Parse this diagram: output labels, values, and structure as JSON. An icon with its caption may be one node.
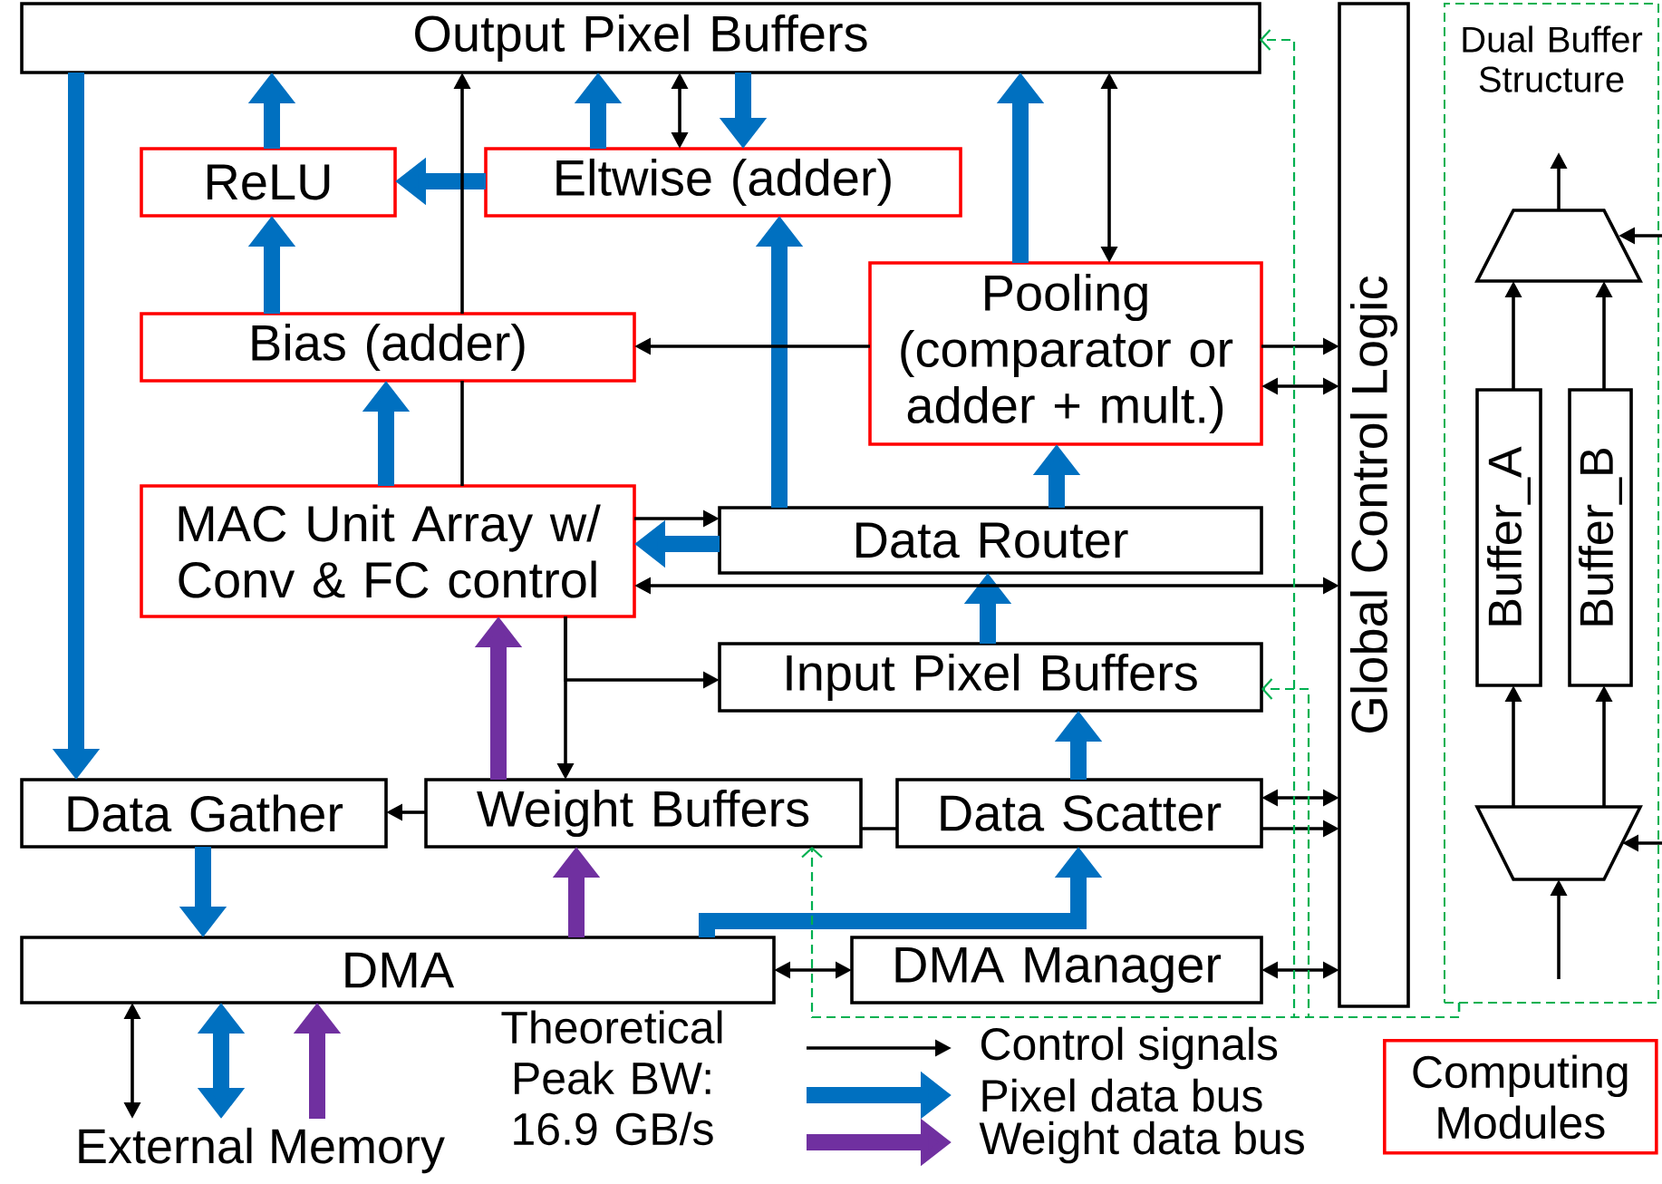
{
  "diagram": {
    "nodes": [
      {
        "text": [
          "Output Pixel Buffers"
        ]
      },
      {
        "text": [
          "ReLU"
        ]
      },
      {
        "text": [
          "Eltwise (adder)"
        ]
      },
      {
        "text": [
          "Bias (adder)"
        ]
      },
      {
        "text": [
          "Pooling (comparator or adder + mult.)"
        ]
      },
      {
        "text": [
          "MAC Unit Array w/ Conv & FC control"
        ]
      },
      {
        "text": [
          "Data Router"
        ]
      },
      {
        "text": [
          "Input Pixel Buffers"
        ]
      },
      {
        "text": [
          "Global Control Logic"
        ]
      },
      {
        "text": [
          "Data Gather"
        ]
      },
      {
        "text": [
          "Weight Buffers"
        ]
      },
      {
        "text": [
          "Data Scatter"
        ]
      },
      {
        "text": [
          "DMA"
        ]
      },
      {
        "text": [
          "DMA Manager"
        ]
      },
      {
        "text": [
          "External Memory"
        ]
      },
      {
        "text": [
          "Dual Buffer Structure"
        ]
      },
      {
        "text": [
          "Buffer_A"
        ],
        "in": 15
      },
      {
        "text": [
          "Buffer_B"
        ],
        "in": 15
      },
      {
        "text": [],
        "shape": "trapezoid",
        "in": 15
      },
      {
        "text": [],
        "shape": "trapezoid",
        "in": 15
      }
    ],
    "edges": [
      {
        "from": 0,
        "to": 9,
        "arrow": "to",
        "style": "thick",
        "color": "#0070c0"
      },
      {
        "from": 1,
        "to": 0,
        "arrow": "to",
        "style": "thick",
        "color": "#0070c0"
      },
      {
        "from": 3,
        "to": 1,
        "arrow": "to",
        "style": "thick",
        "color": "#0070c0"
      },
      {
        "from": 5,
        "to": 3,
        "arrow": "to",
        "style": "thick",
        "color": "#0070c0"
      },
      {
        "from": 2,
        "to": 1,
        "arrow": "to",
        "style": "thick",
        "color": "#0070c0"
      },
      {
        "from": 2,
        "to": 0,
        "arrow": "to",
        "style": "thick",
        "color": "#0070c0"
      },
      {
        "from": 0,
        "to": 2,
        "arrow": "to",
        "style": "thick",
        "color": "#0070c0"
      },
      {
        "from": 6,
        "to": 2,
        "arrow": "to",
        "style": "thick",
        "color": "#0070c0"
      },
      {
        "from": 4,
        "to": 0,
        "arrow": "to",
        "style": "thick",
        "color": "#0070c0"
      },
      {
        "from": 6,
        "to": 4,
        "arrow": "to",
        "style": "thick",
        "color": "#0070c0"
      },
      {
        "from": 6,
        "to": 5,
        "arrow": "to",
        "style": "thick",
        "color": "#0070c0"
      },
      {
        "from": 7,
        "to": 6,
        "arrow": "to",
        "style": "thick",
        "color": "#0070c0"
      },
      {
        "from": 11,
        "to": 7,
        "arrow": "to",
        "style": "thick",
        "color": "#0070c0"
      },
      {
        "from": 12,
        "to": 11,
        "arrow": "to",
        "style": "thick",
        "color": "#0070c0"
      },
      {
        "from": 9,
        "to": 12,
        "arrow": "to",
        "style": "thick",
        "color": "#0070c0"
      },
      {
        "from": 12,
        "to": 14,
        "arrow": "both",
        "style": "thick",
        "color": "#0070c0"
      },
      {
        "from": 10,
        "to": 5,
        "arrow": "to",
        "style": "thick",
        "color": "#7030a0"
      },
      {
        "from": 12,
        "to": 10,
        "arrow": "to",
        "style": "thick",
        "color": "#7030a0"
      },
      {
        "from": 14,
        "to": 12,
        "arrow": "to",
        "style": "thick",
        "color": "#7030a0"
      },
      {
        "from": 5,
        "to": 3,
        "arrow": "none"
      },
      {
        "from": 3,
        "to": 0,
        "arrow": "to"
      },
      {
        "from": 0,
        "to": 2,
        "arrow": "both"
      },
      {
        "from": 0,
        "to": 4,
        "arrow": "both"
      },
      {
        "from": 4,
        "to": 3,
        "arrow": "to"
      },
      {
        "from": 4,
        "to": 8,
        "arrow": "to"
      },
      {
        "from": 4,
        "to": 8,
        "arrow": "both"
      },
      {
        "from": 5,
        "to": 6,
        "arrow": "to"
      },
      {
        "from": 5,
        "to": 8,
        "arrow": "both"
      },
      {
        "from": 5,
        "to": 7,
        "arrow": "to"
      },
      {
        "from": 5,
        "to": 10,
        "arrow": "to"
      },
      {
        "from": 10,
        "to": 9,
        "arrow": "to"
      },
      {
        "from": 10,
        "to": 11,
        "arrow": "none"
      },
      {
        "from": 11,
        "to": 8,
        "arrow": "both"
      },
      {
        "from": 11,
        "to": 8,
        "arrow": "to"
      },
      {
        "from": 12,
        "to": 13,
        "arrow": "both"
      },
      {
        "from": 13,
        "to": 8,
        "arrow": "both"
      },
      {
        "from": 12,
        "to": 14,
        "arrow": "both"
      },
      {
        "from": 15,
        "to": 0,
        "arrow": "to",
        "style": "dashed",
        "color": "#00b050"
      },
      {
        "from": 15,
        "to": 7,
        "arrow": "to",
        "style": "dashed",
        "color": "#00b050"
      },
      {
        "from": 15,
        "to": 10,
        "arrow": "to",
        "style": "dashed",
        "color": "#00b050"
      },
      {
        "from": 18,
        "to": null,
        "arrow": "to"
      },
      {
        "from": 16,
        "to": 18,
        "arrow": "to"
      },
      {
        "from": 17,
        "to": 18,
        "arrow": "to"
      },
      {
        "from": 19,
        "to": 16,
        "arrow": "to"
      },
      {
        "from": 19,
        "to": 17,
        "arrow": "to"
      },
      {
        "from": null,
        "to": 19,
        "arrow": "to"
      },
      {
        "from": null,
        "to": 18,
        "arrow": "to"
      },
      {
        "from": null,
        "to": 19,
        "arrow": "to"
      }
    ],
    "labels": [
      "Theoretical Peak BW: 16.9 GB/s"
    ],
    "legend": [
      {
        "text": "Control signals"
      },
      {
        "text": "Pixel data bus"
      },
      {
        "text": "Weight data bus"
      },
      {
        "text": "Computing Modules"
      }
    ]
  }
}
